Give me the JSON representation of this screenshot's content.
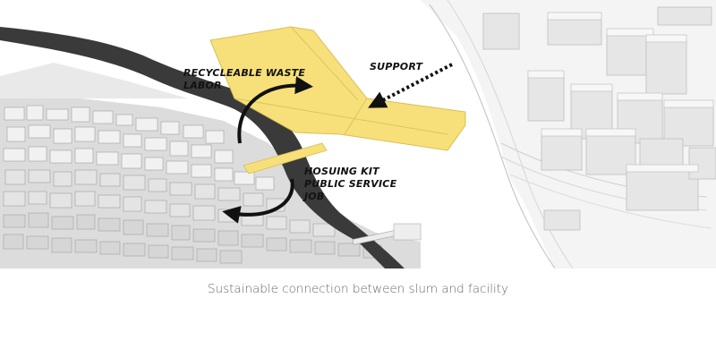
{
  "labels": {
    "recycle_line1": "RECYCLEABLE WASTE",
    "recycle_line2": "LABOR",
    "support": "SUPPORT",
    "housing_line1": "HOSUING KIT",
    "housing_line2": "PUBLIC SERVICE",
    "housing_line3": "JOB"
  },
  "caption": "Sustainable connection between slum and facility",
  "colors": {
    "facility_yellow": "#f7e07a",
    "river": "#3a3a3a",
    "arrow": "#111111",
    "caption_text": "#666666"
  },
  "icons": {
    "upper_arrow": "curved-arrow-right",
    "lower_arrow": "curved-arrow-left",
    "support_arrow": "dotted-arrow"
  }
}
